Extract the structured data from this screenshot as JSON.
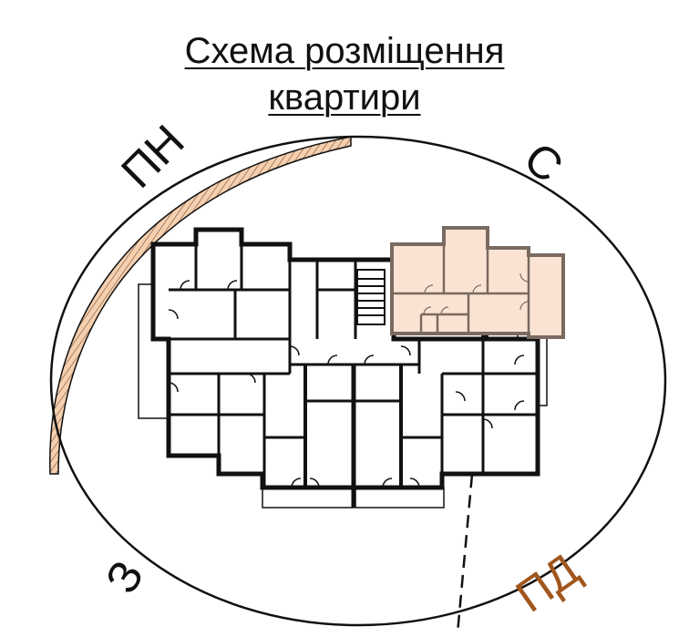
{
  "title": {
    "line1": "Схема розміщення",
    "line2": "квартири"
  },
  "compass": {
    "north_west": {
      "label": "ПН",
      "color": "#111111"
    },
    "north_east": {
      "label": "С",
      "color": "#111111"
    },
    "south_west": {
      "label": "З",
      "color": "#111111"
    },
    "south_east": {
      "label": "ПД",
      "color": "#a0561c"
    }
  },
  "colors": {
    "highlight_fill": "#fbe3d3",
    "highlight_wall": "#7a6a60",
    "hatch_fill": "#f6cfae",
    "wall": "#111111",
    "ring": "#111111",
    "background": "#ffffff"
  },
  "floor_plan": {
    "highlighted_apartment": "selected-apartment",
    "axis": "dashed-orientation-line"
  }
}
